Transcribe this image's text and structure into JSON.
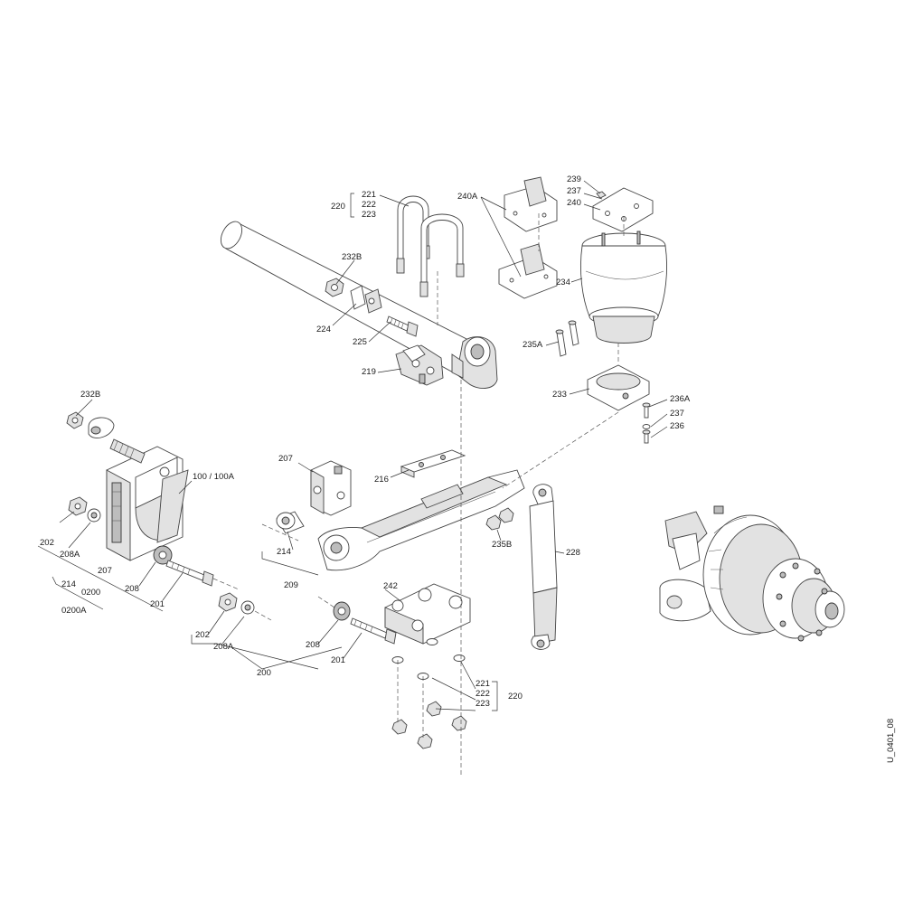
{
  "labels": {
    "l220_top": "220",
    "l221_top": "221",
    "l222_top": "222",
    "l223_top": "223",
    "l240A": "240A",
    "l239": "239",
    "l237_top": "237",
    "l240": "240",
    "l232B_top": "232B",
    "l224": "224",
    "l225": "225",
    "l219": "219",
    "l234": "234",
    "l235A": "235A",
    "l233": "233",
    "l236A": "236A",
    "l237_mid": "237",
    "l236": "236",
    "l232B_left": "232B",
    "l100": "100 / 100A",
    "l207_top": "207",
    "l216": "216",
    "l214_mid": "214",
    "l209": "209",
    "l202_left": "202",
    "l208A_left": "208A",
    "l207_left": "207",
    "l208_left": "208",
    "l201_left": "201",
    "l214_left": "214",
    "l0200": "0200",
    "l0200A": "0200A",
    "l235B": "235B",
    "l228": "228",
    "l242": "242",
    "l202_mid": "202",
    "l208A_mid": "208A",
    "l208_mid": "208",
    "l201_mid": "201",
    "l200": "200",
    "l221_bot": "221",
    "l222_bot": "222",
    "l223_bot": "223",
    "l220_bot": "220",
    "drawing_id": "U_0401_08"
  }
}
